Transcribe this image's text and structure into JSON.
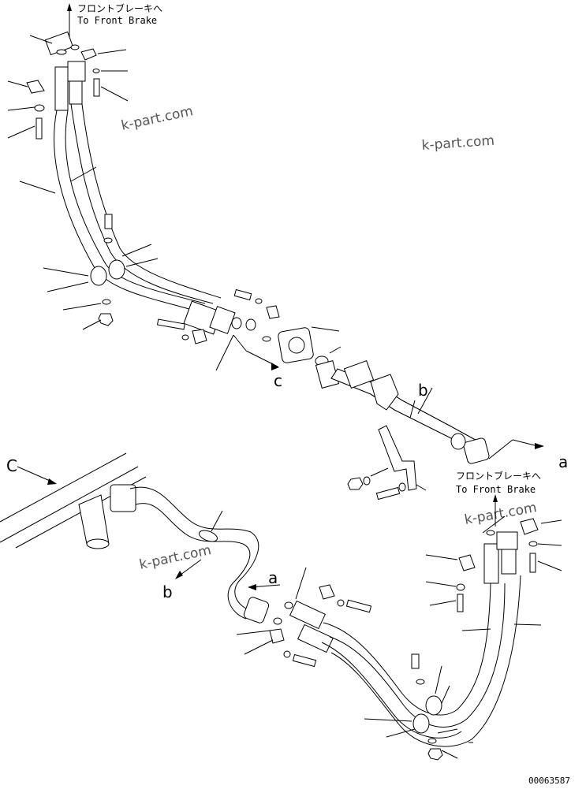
{
  "diagram": {
    "note_front_brake_jp": "フロントブレーキへ",
    "note_front_brake_en": "To Front Brake",
    "callout_a": "a",
    "callout_b": "b",
    "callout_c_lower": "c",
    "callout_c_upper": "C",
    "watermark": "k-part.com",
    "doc_number": "00063587"
  }
}
